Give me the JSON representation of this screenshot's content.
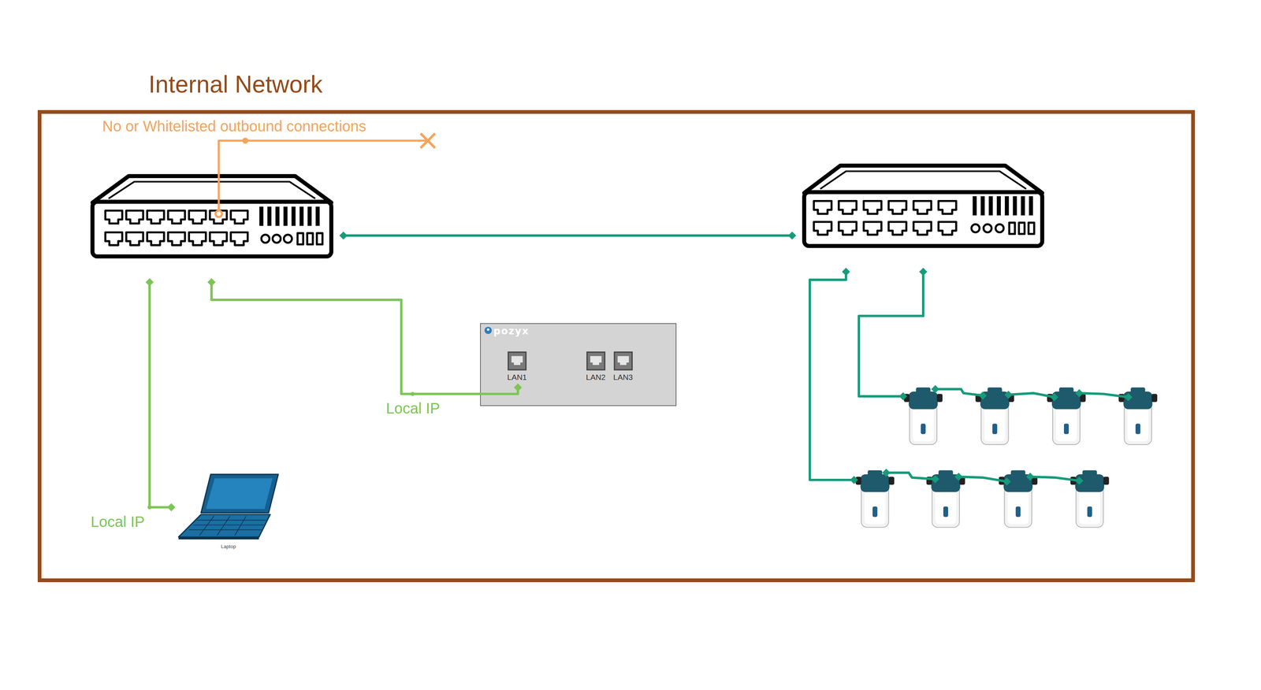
{
  "diagram": {
    "nodes": [
      {
        "text": [
          "Internal Network"
        ]
      },
      {
        "text": [
          "pozyx",
          "LAN1",
          "LAN2",
          "LAN3"
        ],
        "in": 0
      },
      {
        "text": [
          "Laptop"
        ],
        "in": 0
      }
    ],
    "labels": [
      "No or Whitelisted outbound connections",
      "Local IP",
      "Local IP"
    ]
  }
}
